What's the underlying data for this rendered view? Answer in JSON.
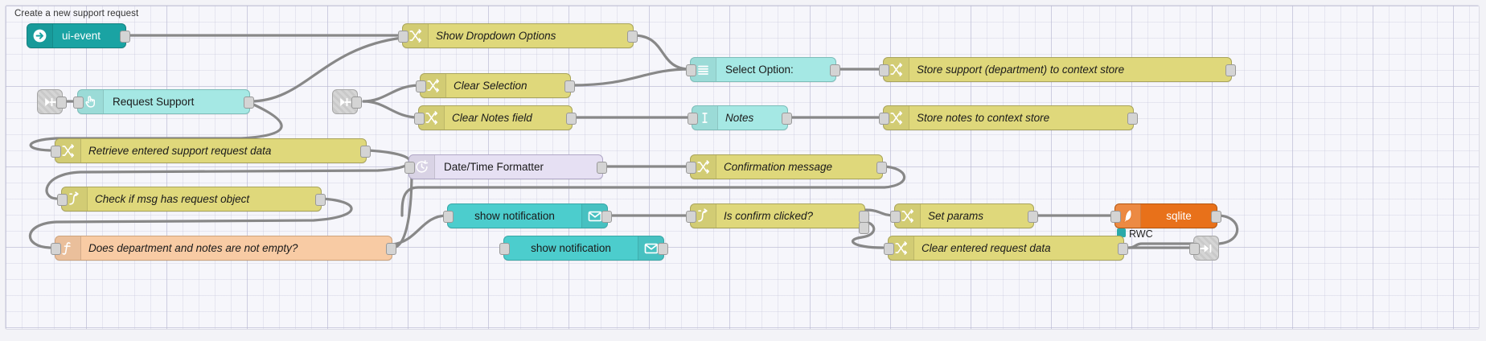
{
  "editor": {
    "app": "node-red-flow-editor",
    "canvas_label": "Create a new support request"
  },
  "colors": {
    "change_node": "#dfd87b",
    "switch_node": "#dfd87b",
    "function_node": "#f8cba4",
    "dashboard_widget": "#a5e8e4",
    "notification_node": "#4ccdcd",
    "ui_event_node": "#1aa3a3",
    "datetime_node": "#e6e0f3",
    "sqlite_node": "#e8711a",
    "wire": "#888888",
    "canvas_bg": "#f6f6fb",
    "grid_line": "#bebed7"
  },
  "nodes": [
    {
      "id": "ui-event",
      "label": "ui-event",
      "icon": "arrow-right-circle-icon",
      "style": "italic_false"
    },
    {
      "id": "show-dropdown",
      "label": "Show Dropdown Options",
      "icon": "change-node-icon"
    },
    {
      "id": "request-support",
      "label": "Request Support",
      "icon": "button-pointer-icon"
    },
    {
      "id": "link-in-a",
      "label": "",
      "icon": "link-in-icon"
    },
    {
      "id": "link-in-b",
      "label": "",
      "icon": "link-in-icon"
    },
    {
      "id": "clear-selection",
      "label": "Clear Selection",
      "icon": "change-node-icon"
    },
    {
      "id": "clear-notes",
      "label": "Clear Notes field",
      "icon": "change-node-icon"
    },
    {
      "id": "select-option",
      "label": "Select Option:",
      "icon": "dropdown-list-icon"
    },
    {
      "id": "notes",
      "label": "Notes",
      "icon": "text-input-icon"
    },
    {
      "id": "store-support",
      "label": "Store support (department) to context store",
      "icon": "change-node-icon"
    },
    {
      "id": "store-notes",
      "label": "Store notes to context store",
      "icon": "change-node-icon"
    },
    {
      "id": "retrieve-data",
      "label": "Retrieve entered support request data",
      "icon": "change-node-icon"
    },
    {
      "id": "check-msg",
      "label": "Check if msg has request object",
      "icon": "switch-node-icon"
    },
    {
      "id": "not-empty",
      "label": "Does department and notes are not empty?",
      "icon": "function-node-icon"
    },
    {
      "id": "datetime",
      "label": "Date/Time Formatter",
      "icon": "clock-icon"
    },
    {
      "id": "confirm-msg",
      "label": "Confirmation message",
      "icon": "change-node-icon"
    },
    {
      "id": "notify-1",
      "label": "show notification",
      "icon": "envelope-icon"
    },
    {
      "id": "notify-2",
      "label": "show notification",
      "icon": "envelope-icon"
    },
    {
      "id": "is-confirm",
      "label": "Is confirm clicked?",
      "icon": "switch-node-icon"
    },
    {
      "id": "set-params",
      "label": "Set params",
      "icon": "change-node-icon"
    },
    {
      "id": "sqlite",
      "label": "sqlite",
      "icon": "feather-icon"
    },
    {
      "id": "clear-request",
      "label": "Clear entered request data",
      "icon": "change-node-icon"
    },
    {
      "id": "link-out",
      "label": "",
      "icon": "link-out-icon"
    }
  ],
  "status": {
    "sqlite_status_text": "RWC"
  }
}
